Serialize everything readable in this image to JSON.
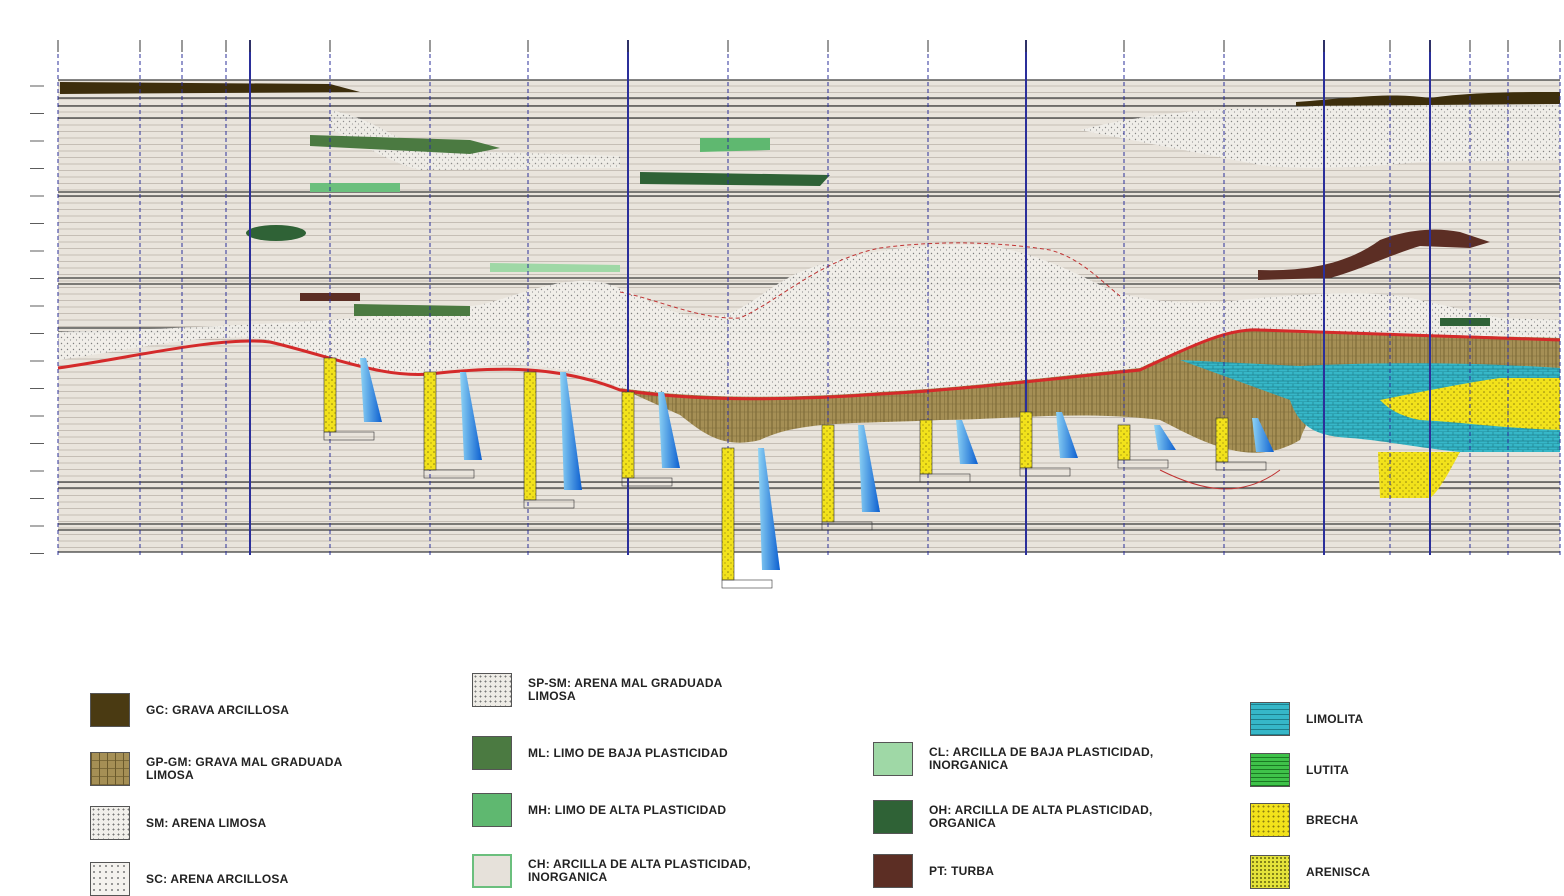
{
  "diagram": {
    "type": "geotechnical longitudinal profile",
    "colors": {
      "background": "#e9e4dc",
      "stripe": "#d8d2c8",
      "section_line": "#2b2f9a",
      "contact_line": "#d42a2a",
      "GC": "#4a3a12",
      "GP_GM": "#a58f55",
      "SM": "#f1efea",
      "SC": "#f4f2ee",
      "SP_SM": "#eeece6",
      "ML": "#4b7a41",
      "MH": "#5fb870",
      "CH": "#e6e1da",
      "CL": "#9fd8a6",
      "OH": "#2f6236",
      "PT": "#5c2e24",
      "limolita": "#36b7c8",
      "lutita": "#3fc24a",
      "brecha": "#f2e21b",
      "arenisca": "#e3e23a"
    }
  },
  "legend": [
    {
      "code": "GC",
      "label": "GC: GRAVA ARCILLOSA",
      "color": "#4a3a12",
      "pattern": "solid"
    },
    {
      "code": "GP-GM",
      "label": "GP-GM: GRAVA MAL GRADUADA\n       LIMOSA",
      "color": "#a58f55",
      "pattern": "grid"
    },
    {
      "code": "SM",
      "label": "SM: ARENA LIMOSA",
      "color": "#f1efea",
      "pattern": "dots"
    },
    {
      "code": "SC",
      "label": "SC: ARENA ARCILLOSA",
      "color": "#f4f2ee",
      "pattern": "dots"
    },
    {
      "code": "SP-SM",
      "label": "SP-SM: ARENA MAL GRADUADA\n       LIMOSA",
      "color": "#eeece6",
      "pattern": "dots"
    },
    {
      "code": "ML",
      "label": "ML: LIMO DE BAJA PLASTICIDAD",
      "color": "#4b7a41",
      "pattern": "solid"
    },
    {
      "code": "MH",
      "label": "MH: LIMO DE ALTA PLASTICIDAD",
      "color": "#5fb870",
      "pattern": "solid"
    },
    {
      "code": "CH",
      "label": "CH: ARCILLA DE ALTA PLASTICIDAD,\n       INORGANICA",
      "color": "#e6e1da",
      "pattern": "solid-green-border"
    },
    {
      "code": "CL",
      "label": "CL: ARCILLA DE BAJA PLASTICIDAD,\n       INORGANICA",
      "color": "#9fd8a6",
      "pattern": "solid"
    },
    {
      "code": "OH",
      "label": "OH: ARCILLA DE ALTA PLASTICIDAD,\n       ORGANICA",
      "color": "#2f6236",
      "pattern": "solid"
    },
    {
      "code": "PT",
      "label": "PT: TURBA",
      "color": "#5c2e24",
      "pattern": "solid"
    },
    {
      "code": "LIMOLITA",
      "label": "LIMOLITA",
      "color": "#36b7c8",
      "pattern": "brick"
    },
    {
      "code": "LUTITA",
      "label": "LUTITA",
      "color": "#3fc24a",
      "pattern": "lines"
    },
    {
      "code": "BRECHA",
      "label": "BRECHA",
      "color": "#f2e21b",
      "pattern": "dots"
    },
    {
      "code": "ARENISCA",
      "label": "ARENISCA",
      "color": "#e3e23a",
      "pattern": "dots"
    }
  ]
}
